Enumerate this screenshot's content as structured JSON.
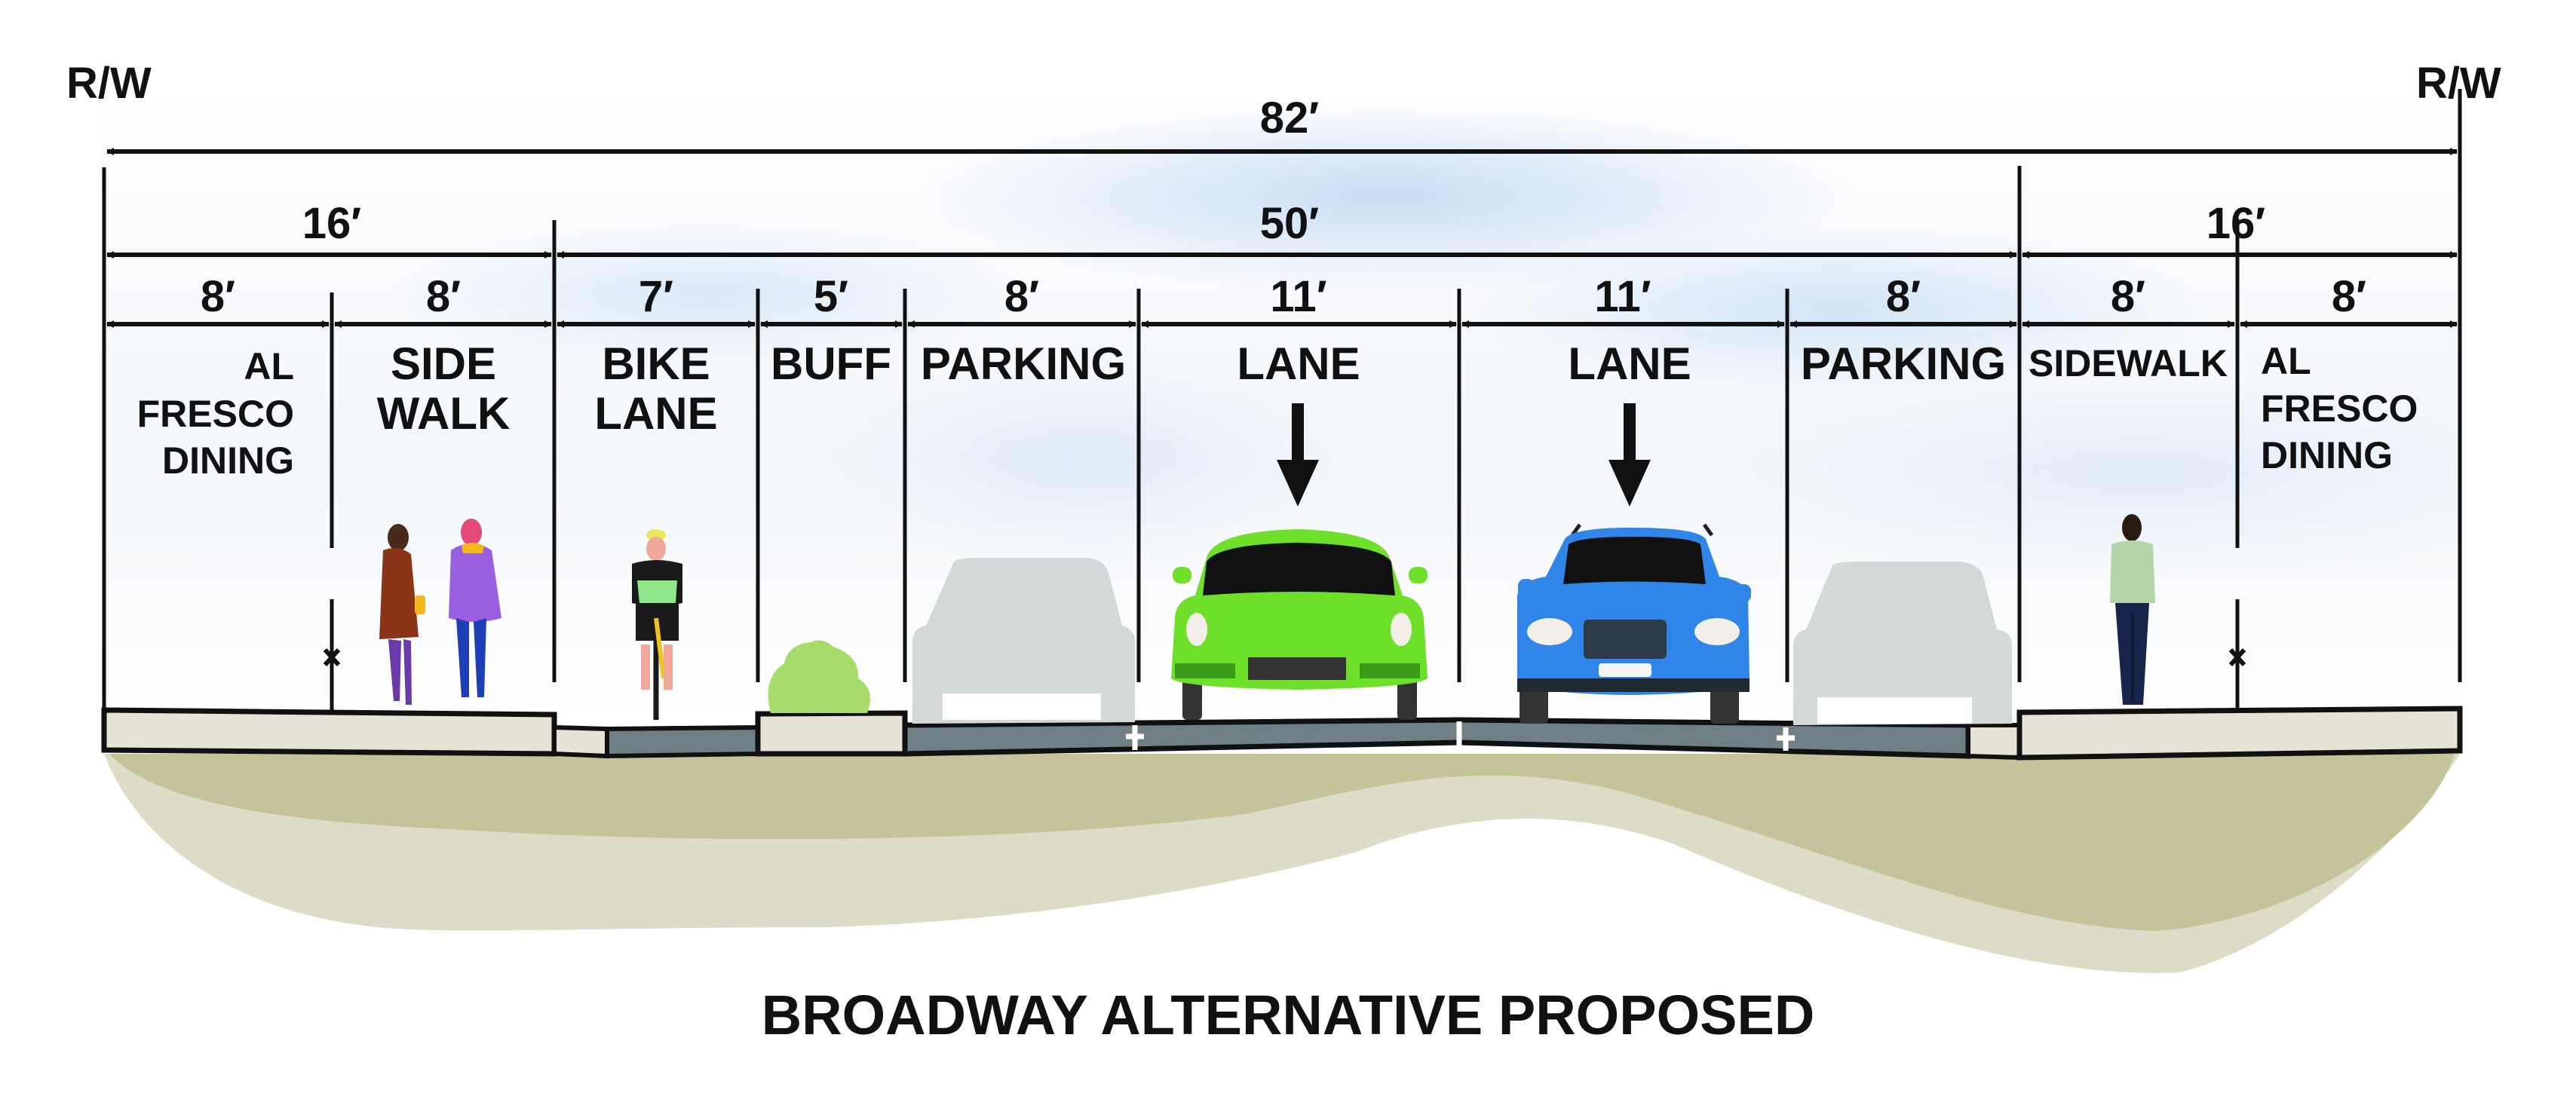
{
  "title": "BROADWAY ALTERNATIVE PROPOSED",
  "right_of_way": {
    "left_label": "R/W",
    "right_label": "R/W"
  },
  "dimensions": {
    "total": "82′",
    "groups": [
      {
        "label": "16′",
        "name": "left-pedestrian-zone"
      },
      {
        "label": "50′",
        "name": "curb-to-curb"
      },
      {
        "label": "16′",
        "name": "right-pedestrian-zone"
      }
    ]
  },
  "segments": [
    {
      "width": "8′",
      "label": "AL FRESCO DINING",
      "lines": [
        "AL",
        "FRESCO",
        "DINING"
      ]
    },
    {
      "width": "8′",
      "label": "SIDE WALK",
      "lines": [
        "SIDE",
        "WALK"
      ]
    },
    {
      "width": "7′",
      "label": "BIKE LANE",
      "lines": [
        "BIKE",
        "LANE"
      ]
    },
    {
      "width": "5′",
      "label": "BUFF",
      "lines": [
        "BUFF"
      ]
    },
    {
      "width": "8′",
      "label": "PARKING",
      "lines": [
        "PARKING"
      ]
    },
    {
      "width": "11′",
      "label": "LANE",
      "lines": [
        "LANE"
      ],
      "direction": "down-arrow"
    },
    {
      "width": "11′",
      "label": "LANE",
      "lines": [
        "LANE"
      ],
      "direction": "down-arrow"
    },
    {
      "width": "8′",
      "label": "PARKING",
      "lines": [
        "PARKING"
      ]
    },
    {
      "width": "8′",
      "label": "SIDEWALK",
      "lines": [
        "SIDEWALK"
      ]
    },
    {
      "width": "8′",
      "label": "AL FRESCO DINING",
      "lines": [
        "AL",
        "FRESCO",
        "DINING"
      ]
    }
  ],
  "illustrations": {
    "left_sidewalk": "couple-walking",
    "bike_lane": "cyclist",
    "buffer": "shrub",
    "parking_left": "parked-car-silhouette",
    "lane_1": "green-car",
    "lane_2": "blue-suv",
    "parking_right": "parked-car-silhouette",
    "right_sidewalk": "pedestrian-man"
  },
  "colors": {
    "sidewalk": "#e6e2d6",
    "asphalt": "#6f7f86",
    "ground_dark": "#c5c39a",
    "ground_light": "#dedcc6",
    "green_car": "#6fe02a",
    "blue_car": "#2f86e8",
    "silhouette": "#d3d8d8",
    "shrub": "#a7dc6a"
  }
}
